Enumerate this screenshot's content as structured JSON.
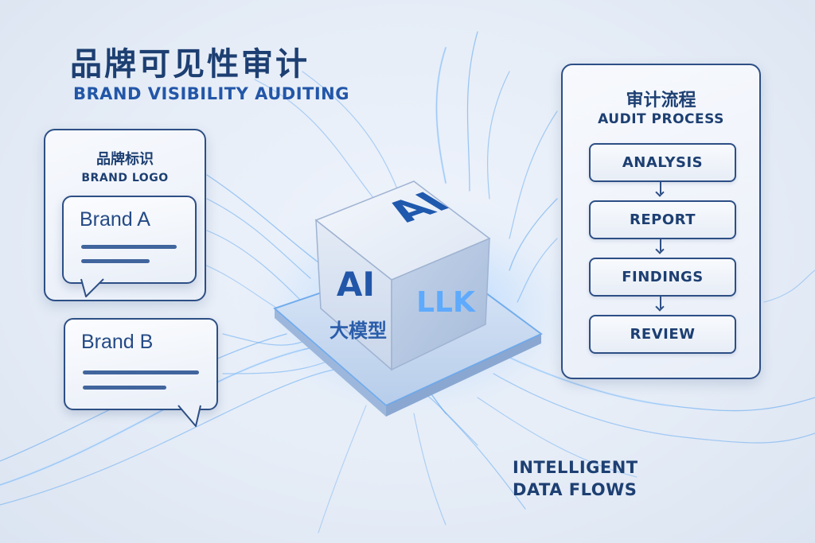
{
  "header": {
    "title_zh": "品牌可见性审计",
    "title_en": "BRAND VISIBILITY AUDITING"
  },
  "brand_logo_panel": {
    "title_zh": "品牌标识",
    "title_en": "BRAND LOGO",
    "bubbles": [
      {
        "label": "Brand A"
      },
      {
        "label": "Brand B"
      }
    ]
  },
  "cube": {
    "top_face_text": "AI",
    "front_face_text": "AI",
    "front_face_subtext": "大模型",
    "side_face_text": "LLK"
  },
  "audit_process": {
    "title_zh": "审计流程",
    "title_en": "AUDIT PROCESS",
    "steps": [
      "ANALYSIS",
      "REPORT",
      "FINDINGS",
      "REVIEW"
    ]
  },
  "flows_label": {
    "line1": "INTELLIGENT",
    "line2": "DATA FLOWS"
  },
  "colors": {
    "navy": "#1d3f72",
    "accent_blue": "#2256a8",
    "glow_blue": "#4a9bf0",
    "background": "#e6edf7"
  }
}
